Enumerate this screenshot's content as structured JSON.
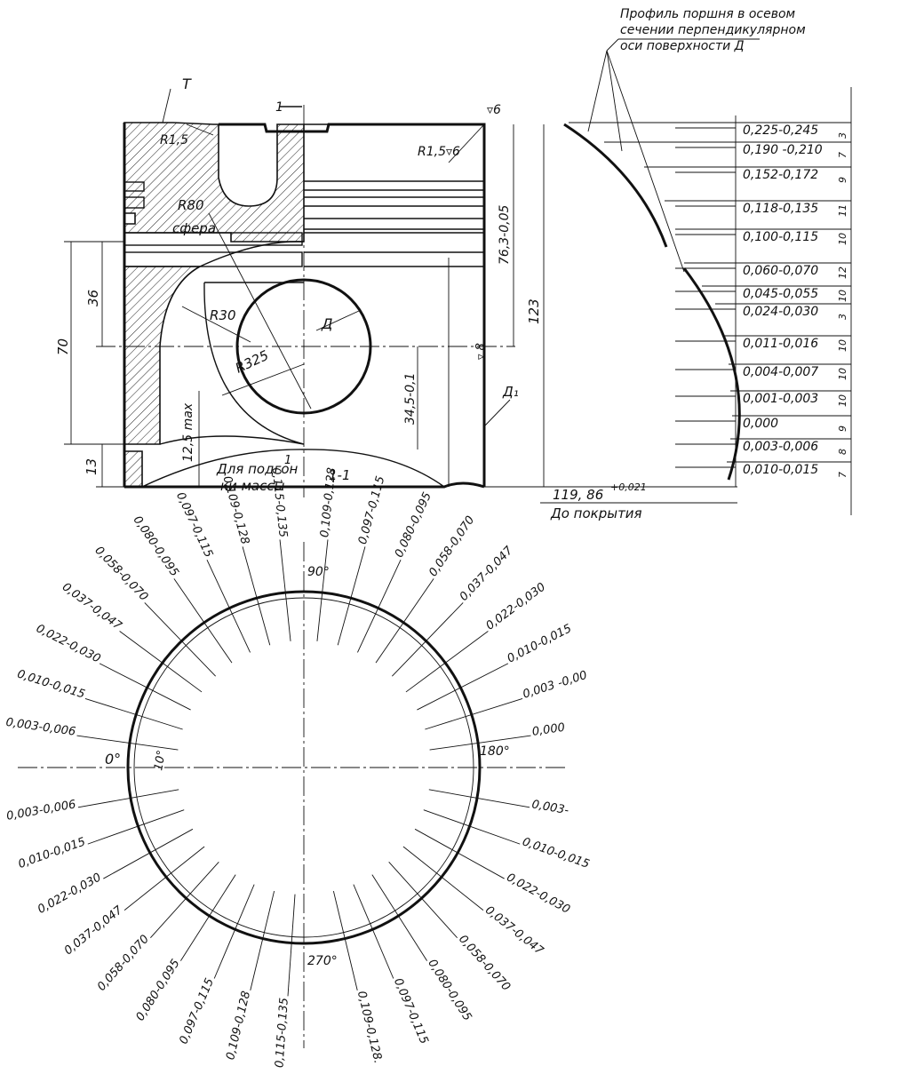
{
  "header_note": {
    "lines": [
      "Профиль поршня в осевом",
      "сечении перпендикулярном",
      "оси поверхности Д"
    ]
  },
  "section": {
    "surface_mark": "T",
    "section_mark": "1",
    "roughness_top": "▿6",
    "r_small_left": "R1,5",
    "r_small_right": "R1,5▿6",
    "r80": "R80",
    "sphere": "сфера",
    "r30": "R30",
    "r325": "R325",
    "bore_label": "Д",
    "surface_d1": "Д₁",
    "dim_70": "70",
    "dim_36": "36",
    "dim_13": "13",
    "dim_12_5": "12,5 max",
    "dim_34_5": "34,5-0,1",
    "dim_76_3": "76,3-0,05",
    "dim_123": "123",
    "roughness_side": "▿ 8",
    "mass_note_1": "Для подгон",
    "mass_note_2": "ки массы",
    "diameter": "119, 86",
    "diameter_tol": "+0,021",
    "before_coating": "До покрытия"
  },
  "profile": {
    "values": [
      "0,225-0,245",
      "0,190 -0,210",
      "0,152-0,172",
      "0,118-0,135",
      "0,100-0,115",
      "0,060-0,070",
      "0,045-0,055",
      "0,024-0,030",
      "0,011-0,016",
      "0,004-0,007",
      "0,001-0,003",
      "0,000",
      "0,003-0,006",
      "0,010-0,015"
    ],
    "steps": [
      "3",
      "7",
      "9",
      "11",
      "10",
      "12",
      "10",
      "3",
      "10",
      "10",
      "10",
      "9",
      "8",
      "7"
    ]
  },
  "ovality": {
    "title": "1-1",
    "angle_0": "0°",
    "angle_90": "90°",
    "angle_180": "180°",
    "angle_270": "270°",
    "angle_step": "10°",
    "top_left": [
      "0,115-0,135",
      "0,109-0,128",
      "0,097-0,115",
      "0,080-0,095",
      "0,058-0,070",
      "0,037-0,047",
      "0,022-0,030",
      "0,010-0,015",
      "0,003-0,006"
    ],
    "top_right": [
      "0,109-0,128",
      "0,097-0,115",
      "0,080-0,095",
      "0,058-0,070",
      "0,037-0,047",
      "0,022-0,030",
      "0,010-0,015",
      "0,003 -0,00",
      "0,000"
    ],
    "bottom_right": [
      "0,003-",
      "0,010-0,015",
      "0,022-0,030",
      "0,037-0,047",
      "0,058-0,070",
      "0,080-0,095",
      "0,097-0,115",
      "0,109-0,128."
    ],
    "bottom_left": [
      "0,003-0,006",
      "0,010-0,015",
      "0,022-0,030",
      "0,037-0,047",
      "0,058-0,070",
      "0,080-0,095",
      "0,097-0,115",
      "0,109-0,128",
      "0,115-0,135"
    ]
  }
}
